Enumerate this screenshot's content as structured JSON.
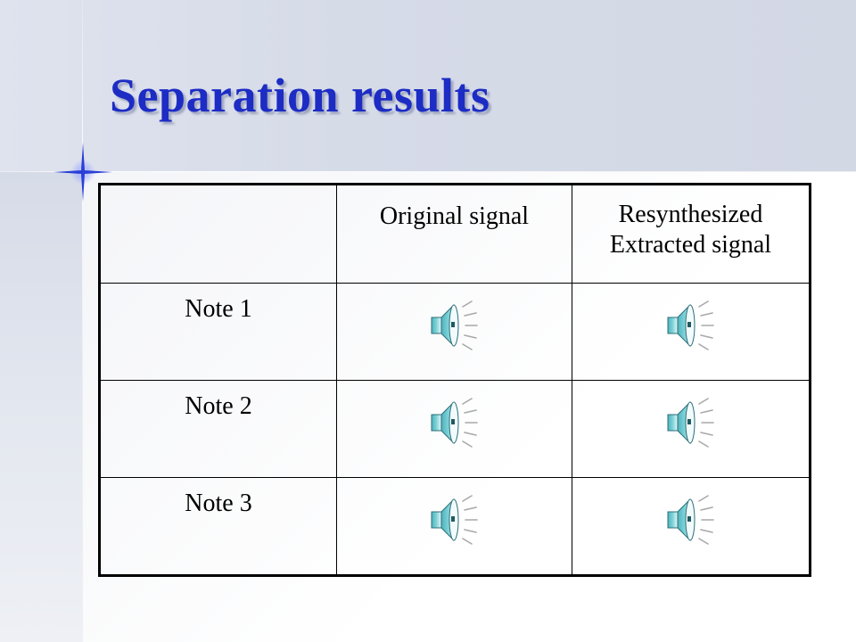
{
  "slide": {
    "title": "Separation results"
  },
  "table": {
    "header": {
      "corner": "",
      "col1": "Original signal",
      "col2_line1": "Resynthesized",
      "col2_line2": "Extracted signal"
    },
    "rows": [
      {
        "label": "Note 1",
        "original_icon": "speaker-icon",
        "extracted_icon": "speaker-icon"
      },
      {
        "label": "Note 2",
        "original_icon": "speaker-icon",
        "extracted_icon": "speaker-icon"
      },
      {
        "label": "Note 3",
        "original_icon": "speaker-icon",
        "extracted_icon": "speaker-icon"
      }
    ]
  },
  "colors": {
    "title": "#1c2cc4",
    "background_band": "#d6dbe8",
    "speaker_body": "#7fd3d8",
    "speaker_rays": "#a8a8a8"
  }
}
